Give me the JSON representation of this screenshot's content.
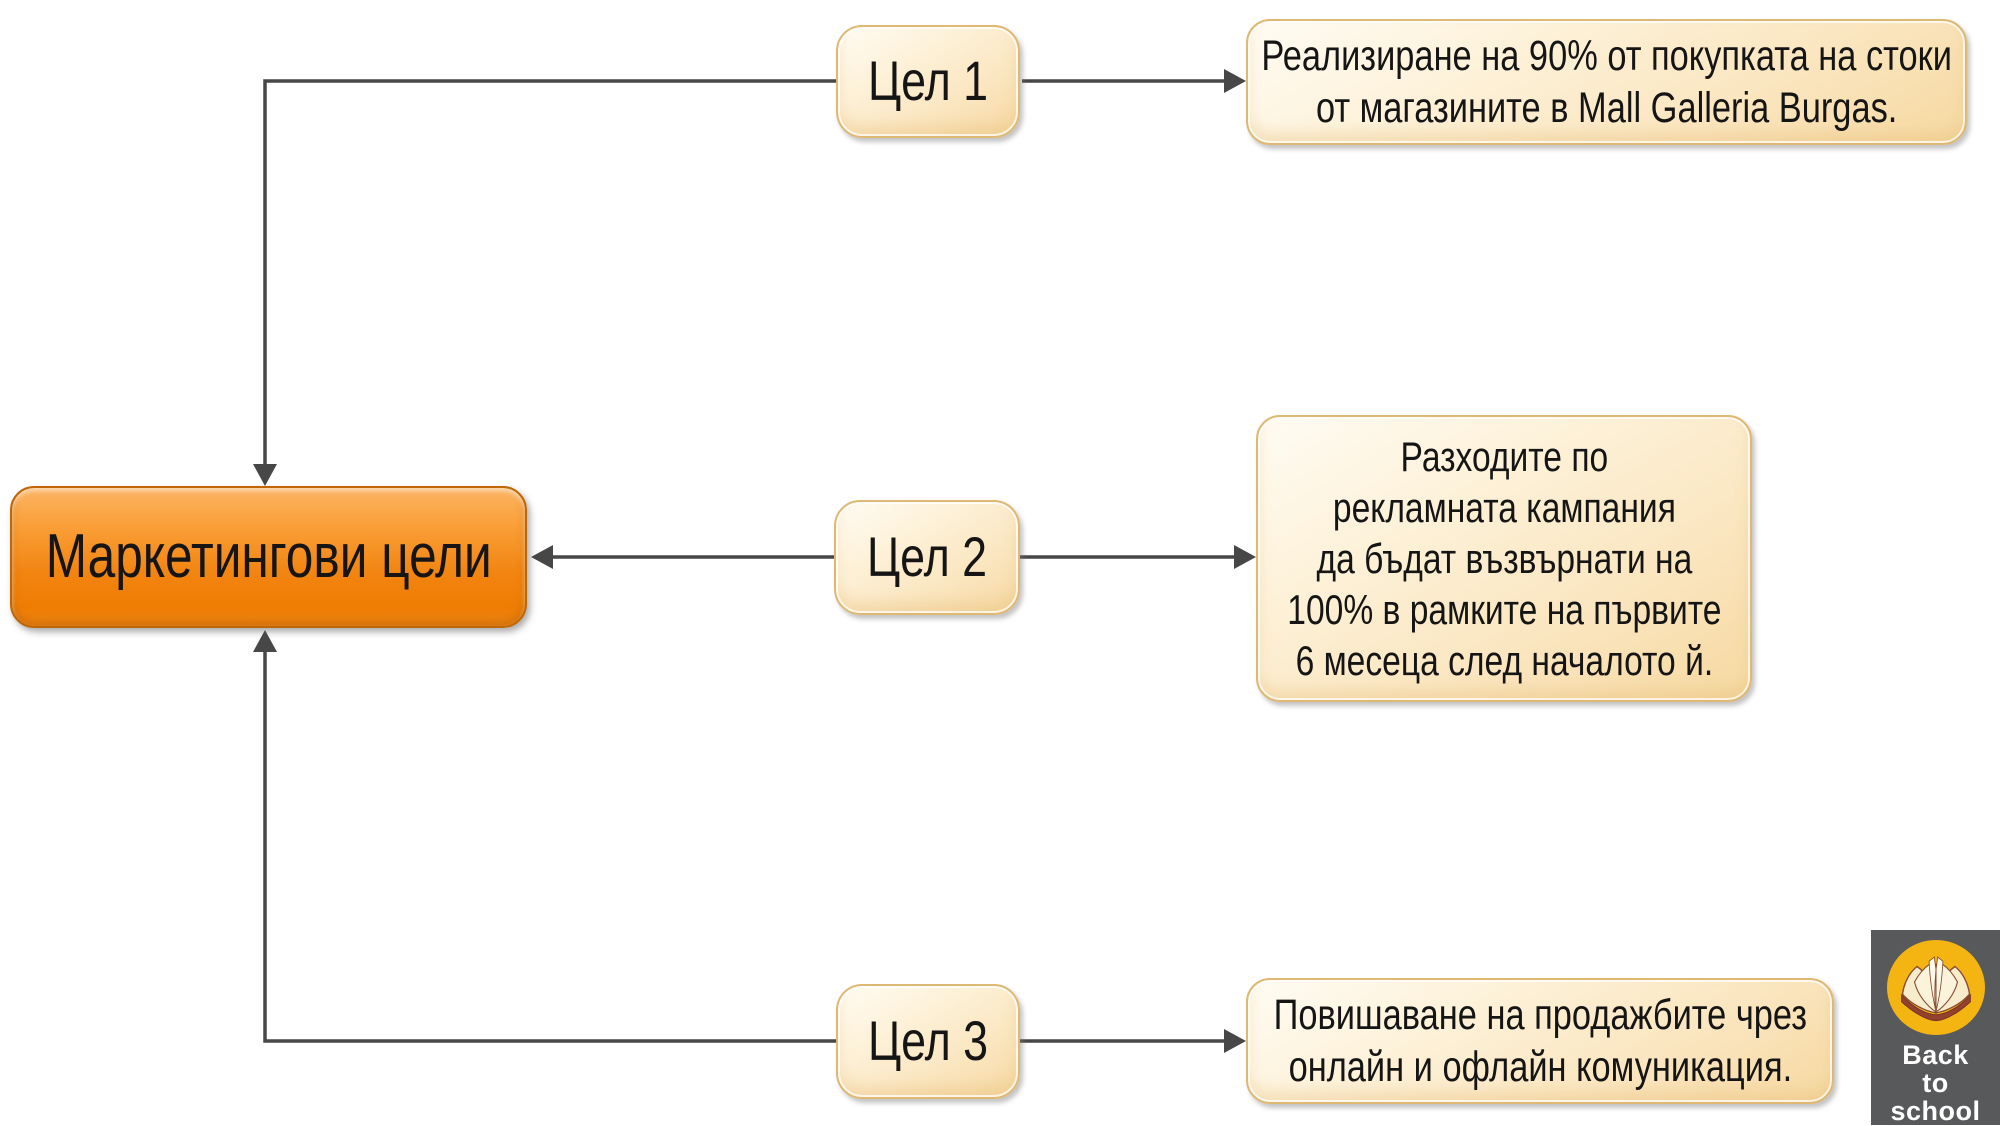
{
  "main_node": {
    "label": "Маркетингови цели"
  },
  "goals": [
    {
      "label": "Цел 1",
      "description": "Реализиране на 90% от покупката на стоки\nот магазините в Mall Galleria Burgas."
    },
    {
      "label": "Цел 2",
      "description": "Разходите по\nрекламната кампания\nда бъдат възвърнати на\n100% в рамките на първите\n6 месеца след началото й."
    },
    {
      "label": "Цел 3",
      "description": "Повишаване на продажбите чрез\nонлайн и офлайн комуникация."
    }
  ],
  "badge": {
    "text": "Back\nto\nschool",
    "icon": "open-book-icon"
  },
  "colors": {
    "connector": "#474747",
    "node_border": "#DFB873",
    "main_border": "#BF6607",
    "main_orange_top": "#FCB462",
    "main_orange_bottom": "#EE7D04",
    "node_fill_light": "#FFFCF4",
    "node_fill_dark": "#F6D9A1",
    "badge_bg": "#58595A",
    "badge_circle": "#F4B513",
    "badge_text": "#FFFFFF",
    "text": "#151515"
  }
}
